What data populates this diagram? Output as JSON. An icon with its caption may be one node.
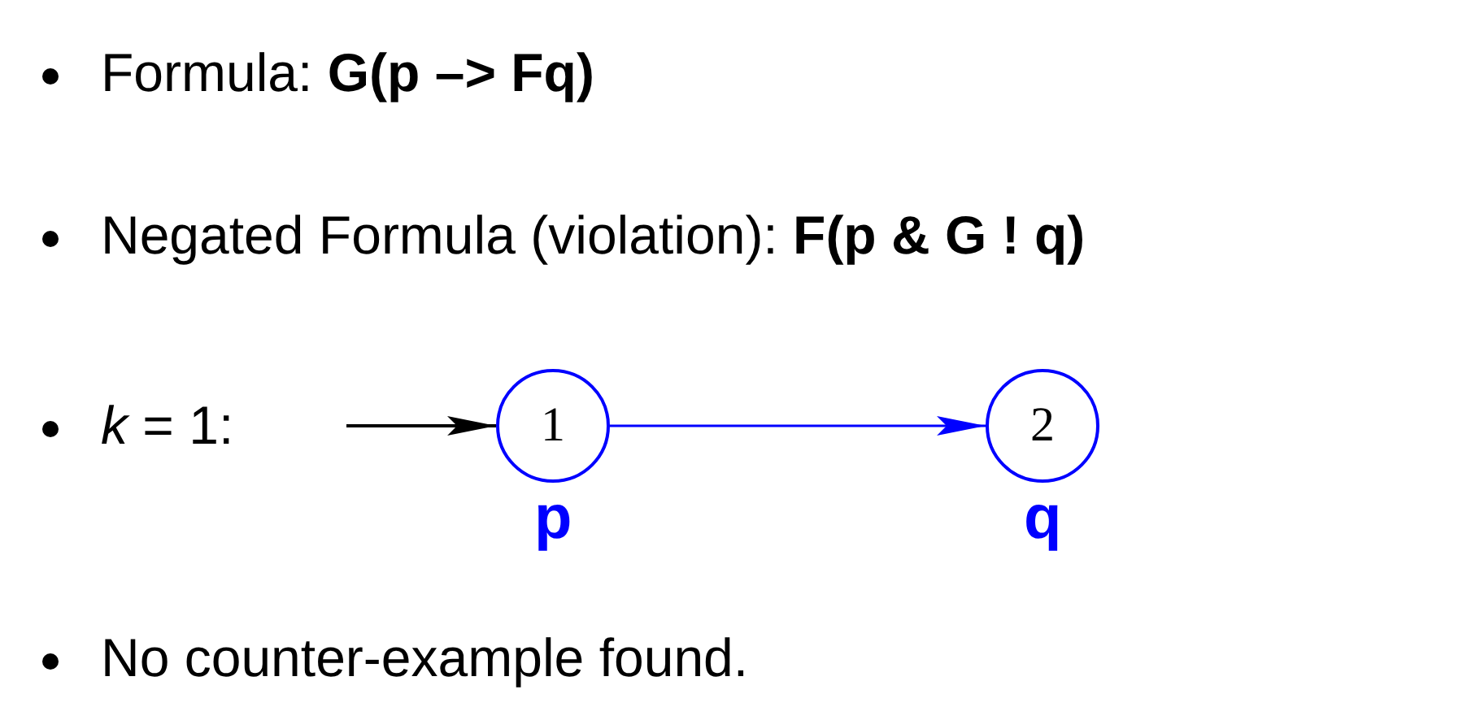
{
  "diagram": {
    "nodes": [
      {
        "text": [
          "1"
        ],
        "beside": [
          "p"
        ]
      },
      {
        "text": [
          "2"
        ],
        "beside": [
          "q"
        ]
      }
    ],
    "edges": [
      {
        "from": null,
        "to": 0,
        "arrow": "to",
        "color": "#000000"
      },
      {
        "from": 0,
        "to": 1,
        "arrow": "to",
        "color": "#0000ff"
      }
    ],
    "labels": [
      "Formula:  **G(p –> Fq)**",
      "Negated Formula (violation): **F(p & G ! q)**",
      "*k* = 1:",
      "No counter-example found."
    ]
  }
}
